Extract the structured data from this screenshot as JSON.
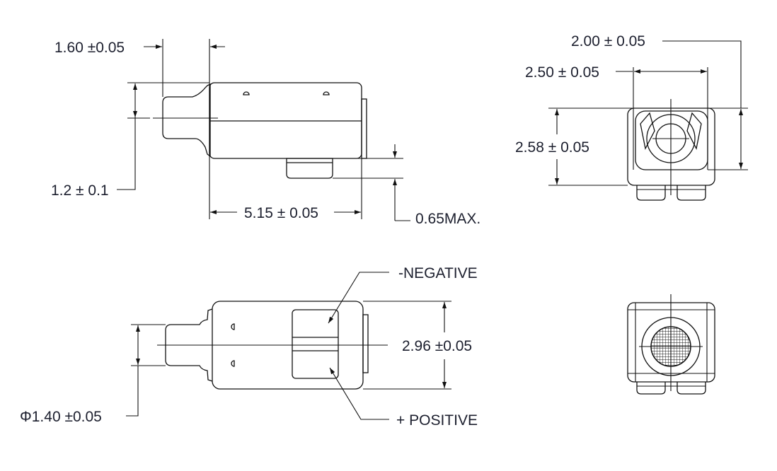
{
  "title": "Component dimension drawing",
  "dimensions": {
    "stub_length": "1.60 ±0.05",
    "stub_offset": "1.2 ± 0.1",
    "body_length": "5.15 ± 0.05",
    "contact_height": "0.65MAX.",
    "end_width_outer": "2.00 ± 0.05",
    "end_width_inner": "2.50 ± 0.05",
    "end_height": "2.58 ± 0.05",
    "body_width": "2.96 ±0.05",
    "stub_diameter": "Φ1.40 ±0.05"
  },
  "callouts": {
    "negative": "-NEGATIVE",
    "positive": "+ POSITIVE"
  }
}
